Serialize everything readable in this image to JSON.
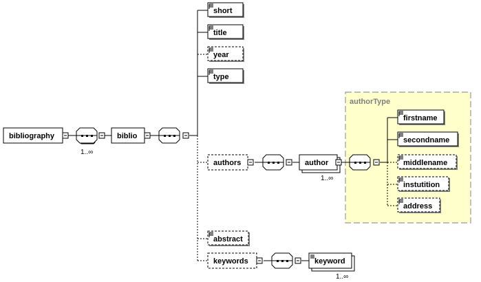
{
  "colors": {
    "line": "#000000",
    "group_fill": "#ffffcc",
    "group_border": "#999999",
    "group_label": "#808080",
    "box_fill": "#ffffff",
    "shadow": "#808080"
  },
  "nodes": {
    "bibliography": "bibliography",
    "biblio": "biblio",
    "short": "short",
    "title": "title",
    "year": "year",
    "type": "type",
    "authors": "authors",
    "author": "author",
    "abstract": "abstract",
    "keywords": "keywords",
    "keyword": "keyword",
    "firstname": "firstname",
    "secondname": "secondname",
    "middlename": "middlename",
    "instutition": "instutition",
    "address": "address"
  },
  "group": {
    "name": "authorType"
  },
  "multiplicity": {
    "biblio_seq": "1..∞",
    "author": "1..∞",
    "keyword": "1..∞"
  }
}
